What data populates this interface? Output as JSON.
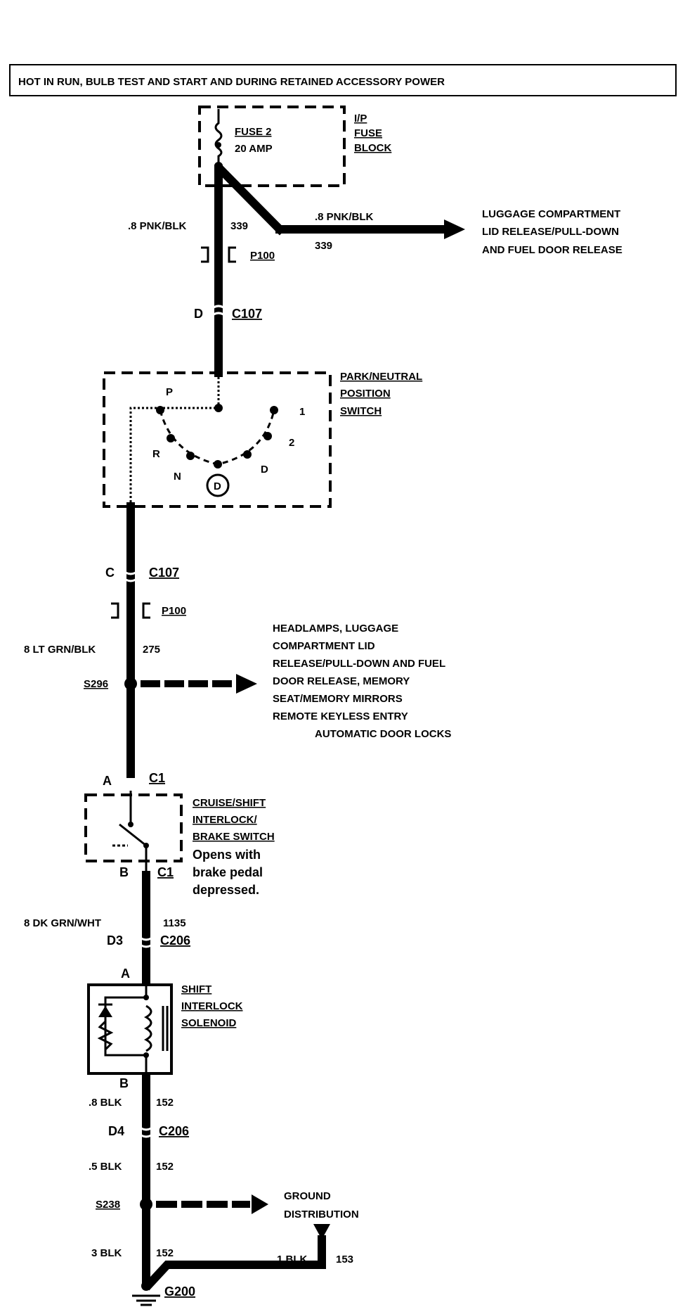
{
  "header": {
    "text": "HOT IN RUN, BULB TEST AND START AND DURING RETAINED ACCESSORY POWER"
  },
  "fuse_block": {
    "name_line1": "I/P",
    "name_line2": "FUSE",
    "name_line3": "BLOCK",
    "fuse_label": "FUSE 2",
    "fuse_rating": "20 AMP"
  },
  "wire_339_left": {
    "gauge_color": ".8 PNK/BLK",
    "circuit": "339"
  },
  "wire_339_right": {
    "gauge_color": ".8 PNK/BLK",
    "circuit": "339"
  },
  "luggage_dest": {
    "line1": "LUGGAGE COMPARTMENT",
    "line2": "LID RELEASE/PULL-DOWN",
    "line3": "AND FUEL DOOR RELEASE"
  },
  "p100_top": {
    "label": "P100"
  },
  "c107_top": {
    "pin": "D",
    "connector": "C107"
  },
  "pn_switch": {
    "name_line1": "PARK/NEUTRAL",
    "name_line2": "POSITION",
    "name_line3": "SWITCH",
    "positions": {
      "p": "P",
      "r": "R",
      "n": "N",
      "d": "D",
      "two": "2",
      "one": "1",
      "d_circle": "D"
    }
  },
  "c107_bottom": {
    "pin": "C",
    "connector": "C107"
  },
  "p100_bottom": {
    "label": "P100"
  },
  "wire_275": {
    "gauge_color": "8 LT GRN/BLK",
    "circuit": "275"
  },
  "splice_s296": {
    "label": "S296"
  },
  "s296_dest": {
    "line1": "HEADLAMPS, LUGGAGE",
    "line2": "COMPARTMENT LID",
    "line3": "RELEASE/PULL-DOWN AND FUEL",
    "line4": "DOOR RELEASE, MEMORY",
    "line5": "SEAT/MEMORY MIRRORS",
    "line6": "REMOTE KEYLESS ENTRY",
    "line7": "AUTOMATIC DOOR LOCKS"
  },
  "brake_switch": {
    "top_pin": "A",
    "top_conn": "C1",
    "name_line1": "CRUISE/SHIFT",
    "name_line2": "INTERLOCK/",
    "name_line3": "BRAKE SWITCH",
    "note_line1": "Opens with",
    "note_line2": "brake pedal",
    "note_line3": "depressed.",
    "bottom_pin": "B",
    "bottom_conn": "C1"
  },
  "wire_1135": {
    "gauge_color": "8 DK GRN/WHT",
    "circuit": "1135"
  },
  "c206_top": {
    "pin": "D3",
    "connector": "C206"
  },
  "solenoid": {
    "top_pin": "A",
    "bottom_pin": "B",
    "name_line1": "SHIFT",
    "name_line2": "INTERLOCK",
    "name_line3": "SOLENOID"
  },
  "wire_152_a": {
    "gauge_color": ".8 BLK",
    "circuit": "152"
  },
  "c206_bottom": {
    "pin": "D4",
    "connector": "C206"
  },
  "wire_152_b": {
    "gauge_color": ".5 BLK",
    "circuit": "152"
  },
  "splice_s238": {
    "label": "S238"
  },
  "ground_dist": {
    "line1": "GROUND",
    "line2": "DISTRIBUTION"
  },
  "wire_152_c": {
    "gauge_color": "3 BLK",
    "circuit": "152"
  },
  "wire_153": {
    "gauge_color": "1 BLK",
    "circuit": "153"
  },
  "ground_g200": {
    "label": "G200"
  }
}
